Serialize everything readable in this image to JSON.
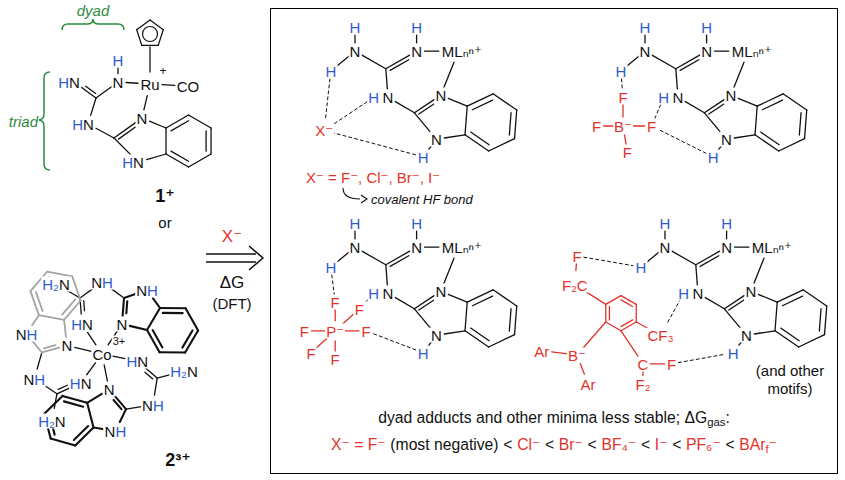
{
  "diagram": {
    "nodes": [
      {
        "text": [
          "dyad adducts and other minima less stable; ΔG",
          "gas",
          ":",
          "X⁻ = F⁻",
          "(most negative)",
          "<",
          "Cl⁻",
          "<",
          "Br⁻",
          "<",
          "BF₄⁻",
          "<",
          "I⁻",
          "<",
          "PF₆⁻",
          "<",
          "BAr",
          "f",
          "⁻"
        ]
      }
    ],
    "labels": [
      "dyad",
      "triad",
      "HN",
      "N",
      "H",
      "Ru",
      "+",
      "CO",
      "HN",
      "N",
      "HN",
      "1⁺",
      "or",
      "Co",
      "3+",
      "HN",
      "H₂N",
      "NH",
      "N",
      "NH",
      "HN",
      "H₂N",
      "NH",
      "N",
      "NH",
      "HN",
      "H₂N",
      "NH",
      "N",
      "NH",
      "2³⁺",
      "X⁻",
      "ΔG",
      "(DFT)",
      "H",
      "N",
      "H",
      "N",
      "H",
      "MLₙⁿ⁺",
      "H",
      "N",
      "N",
      "N",
      "H",
      "X⁻",
      "X⁻ = F⁻, Cl⁻, Br⁻, I⁻",
      "covalent HF bond",
      "H",
      "N",
      "H",
      "N",
      "H",
      "MLₙⁿ⁺",
      "H",
      "N",
      "N",
      "N",
      "H",
      "B⁻",
      "F",
      "F",
      "F",
      "F",
      "H",
      "N",
      "H",
      "N",
      "H",
      "MLₙⁿ⁺",
      "H",
      "N",
      "N",
      "N",
      "H",
      "P⁻",
      "F",
      "F",
      "F",
      "F",
      "F",
      "F",
      "H",
      "N",
      "H",
      "N",
      "H",
      "MLₙⁿ⁺",
      "H",
      "N",
      "N",
      "N",
      "H",
      "F₂C",
      "F",
      "B⁻",
      "Ar",
      "Ar",
      "CF₃",
      "C",
      "F₂",
      "F",
      "(and other motifs)"
    ]
  }
}
